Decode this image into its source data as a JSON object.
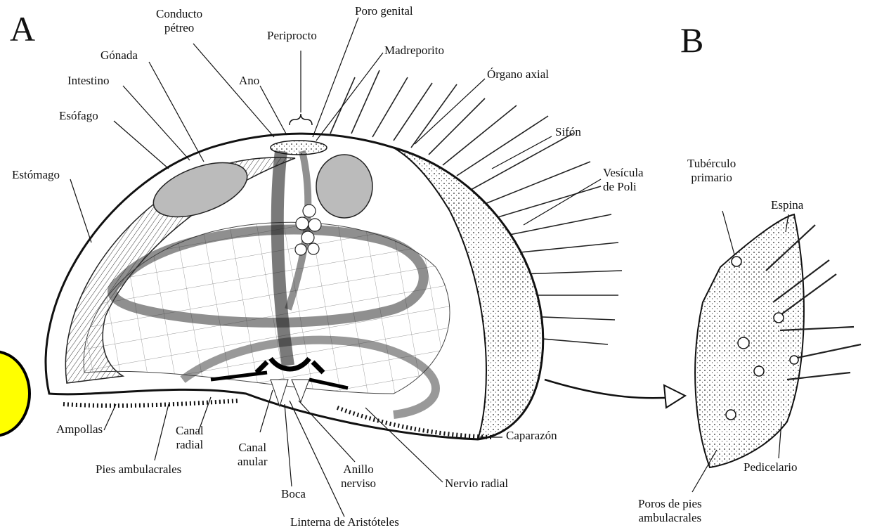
{
  "panels": {
    "a": "A",
    "b": "B"
  },
  "labels_a": {
    "conducto_petreo": [
      "Conducto",
      "pétreo"
    ],
    "poro_genital": "Poro genital",
    "periprocto": "Periprocto",
    "gonada": "Gónada",
    "madreporito": "Madreporito",
    "intestino": "Intestino",
    "ano": "Ano",
    "organo_axial": "Órgano axial",
    "esofago": "Esófago",
    "sifon": "Sifón",
    "estomago": "Estómago",
    "vesicula_poli": [
      "Vesícula",
      "de Poli"
    ],
    "ampollas": "Ampollas",
    "canal_radial": [
      "Canal",
      "radial"
    ],
    "canal_anular": [
      "Canal",
      "anular"
    ],
    "pies_ambulacrales": "Pies ambulacrales",
    "anillo_nerviso": [
      "Anillo",
      "nerviso"
    ],
    "caparazon": "Caparazón",
    "boca": "Boca",
    "nervio_radial": "Nervio radial",
    "linterna": "Linterna de Aristóteles"
  },
  "labels_b": {
    "tuberculo_primario": [
      "Tubérculo",
      "primario"
    ],
    "espina": "Espina",
    "pedicelario": "Pedicelario",
    "poros": [
      "Poros de pies",
      "ambulacrales"
    ]
  },
  "colors": {
    "highlight": "#ffff00",
    "ink": "#111111"
  }
}
